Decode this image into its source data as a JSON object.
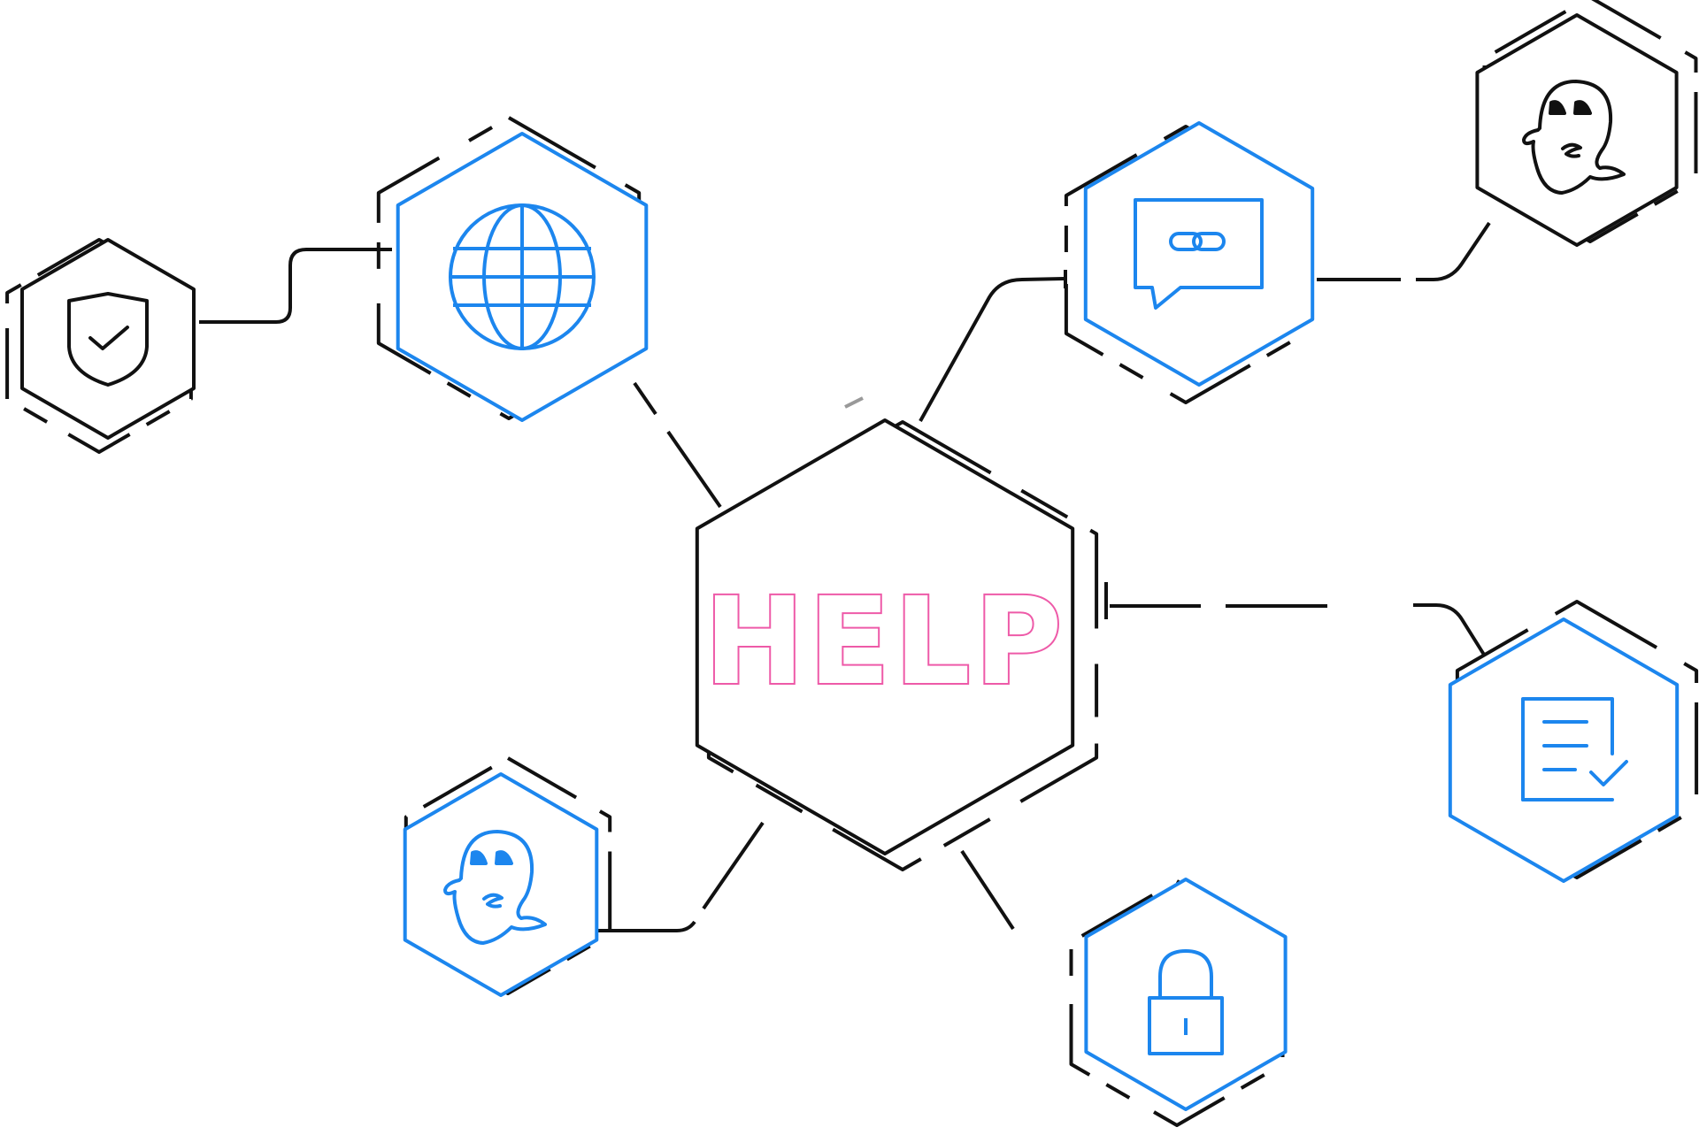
{
  "center": {
    "label": "HELP",
    "color": "#ee5aa8"
  },
  "colors": {
    "blue": "#1c86ee",
    "black": "#111111",
    "pink": "#ee5aa8",
    "gray": "#999999"
  },
  "nodes": [
    {
      "id": "shield",
      "icon": "shield-check-icon",
      "color": "black"
    },
    {
      "id": "globe",
      "icon": "globe-icon",
      "color": "blue"
    },
    {
      "id": "chat",
      "icon": "chat-link-icon",
      "color": "blue"
    },
    {
      "id": "ghost-top",
      "icon": "ghost-icon",
      "color": "black"
    },
    {
      "id": "document",
      "icon": "document-check-icon",
      "color": "blue"
    },
    {
      "id": "lock",
      "icon": "padlock-icon",
      "color": "blue"
    },
    {
      "id": "ghost-bottom",
      "icon": "ghost-icon",
      "color": "blue"
    }
  ]
}
